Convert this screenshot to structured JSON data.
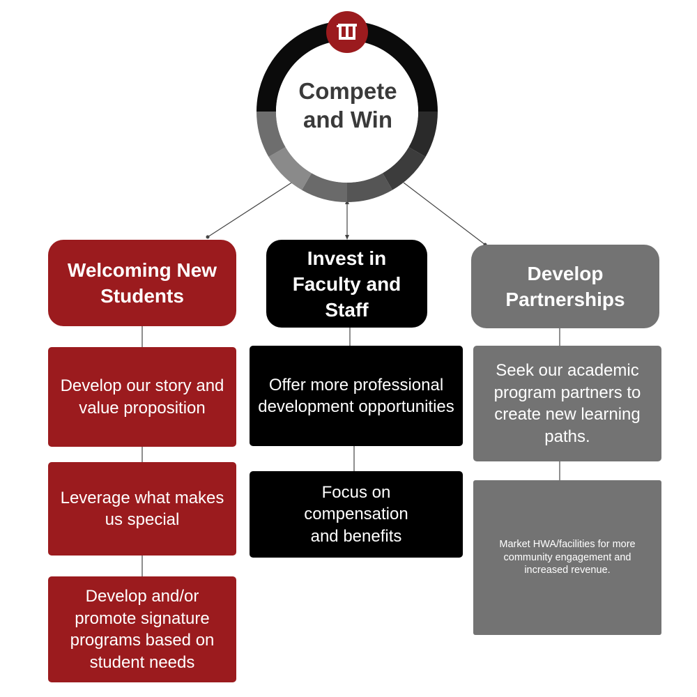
{
  "center": {
    "title_line1": "Compete",
    "title_line2": "and Win",
    "logo_icon": "university-w-logo-icon"
  },
  "colors": {
    "red": "#9b1b1e",
    "black": "#000000",
    "gray": "#737373"
  },
  "columns": [
    {
      "title": "Welcoming New Students",
      "items": [
        "Develop our story and value proposition",
        "Leverage what makes us special",
        "Develop and/or promote signature programs based on student needs"
      ]
    },
    {
      "title": "Invest in Faculty and Staff",
      "items": [
        "Offer more professional development opportunities",
        "Focus on compensation and benefits"
      ]
    },
    {
      "title": "Develop Partnerships",
      "items": [
        "Seek our academic program partners to create new learning paths.",
        "Market HWA/facilities for more community engagement and increased revenue."
      ]
    }
  ]
}
